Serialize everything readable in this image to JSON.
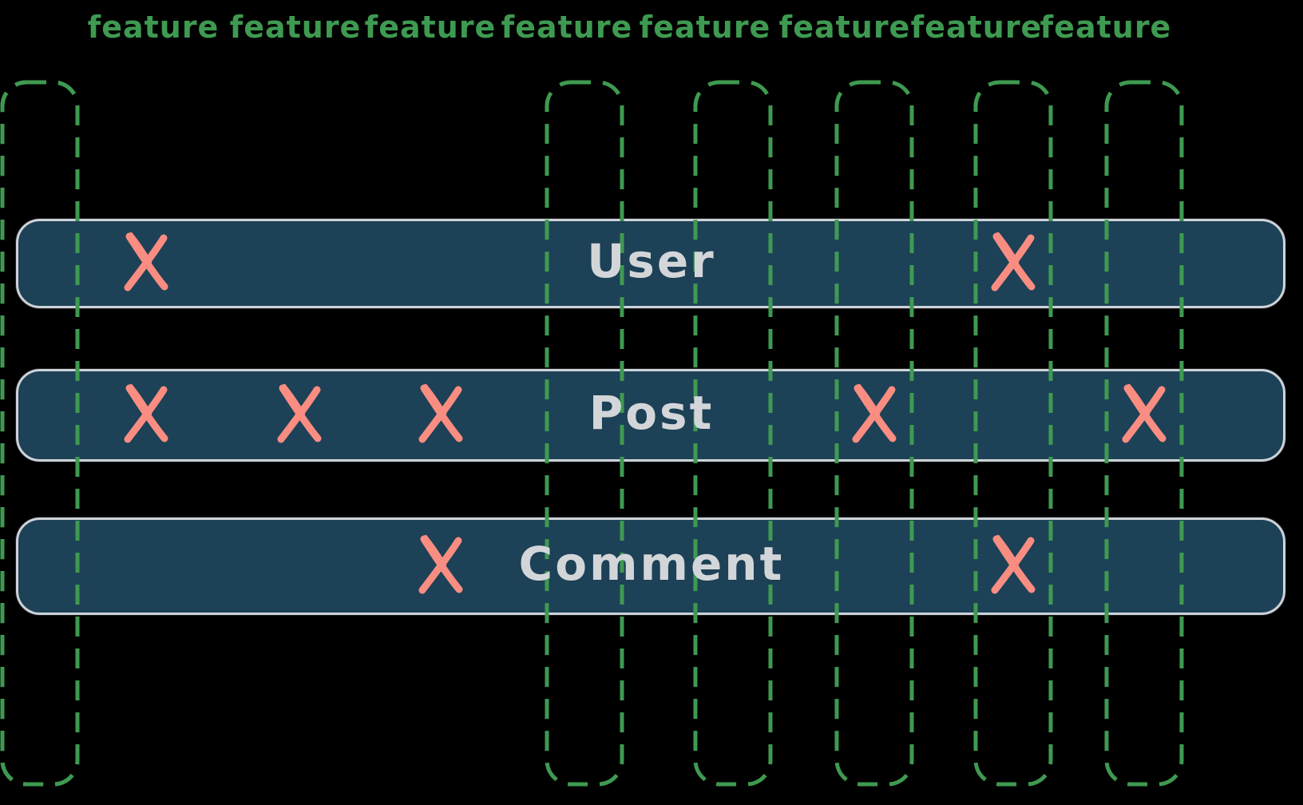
{
  "diagram": {
    "type": "feature-entity-matrix",
    "columns": [
      {
        "label": "feature"
      },
      {
        "label": "feature"
      },
      {
        "label": "feature"
      },
      {
        "label": "feature"
      },
      {
        "label": "feature"
      },
      {
        "label": "feature"
      },
      {
        "label": "feature"
      },
      {
        "label": "feature"
      }
    ],
    "rows": [
      {
        "label": "User",
        "marks": [
          true,
          false,
          false,
          false,
          false,
          false,
          true,
          false
        ]
      },
      {
        "label": "Post",
        "marks": [
          true,
          true,
          true,
          false,
          false,
          true,
          false,
          true
        ]
      },
      {
        "label": "Comment",
        "marks": [
          false,
          false,
          true,
          false,
          false,
          false,
          true,
          false
        ]
      }
    ],
    "mark_glyph": "x-mark",
    "colors": {
      "background": "#000000",
      "column_green": "#3e9a51",
      "bar_blue": "#1d4156",
      "bar_border": "#cdd2d8",
      "bar_text": "#d3d6d9",
      "mark_red": "#f98d82"
    }
  }
}
